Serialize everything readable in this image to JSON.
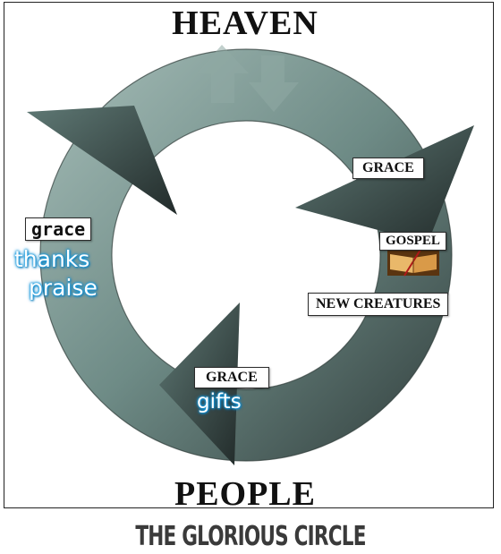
{
  "title_top": "HEAVEN",
  "title_bottom": "PEOPLE",
  "caption": "THE GLORIOUS CIRCLE",
  "labels": {
    "grace_right": "GRACE",
    "gospel": "GOSPEL",
    "new_creatures": "NEW CREATURES",
    "grace_bottom": "GRACE",
    "gifts": "gifts",
    "grace_left": "grace",
    "thanks": "thanks",
    "praise": "praise"
  },
  "colors": {
    "ring_light": "#8fa9a4",
    "ring_dark": "#2f3c3a",
    "glow": "#1aa3e8"
  },
  "icons": [
    "up-arrow-icon",
    "down-arrow-icon",
    "bible-book-icon"
  ]
}
